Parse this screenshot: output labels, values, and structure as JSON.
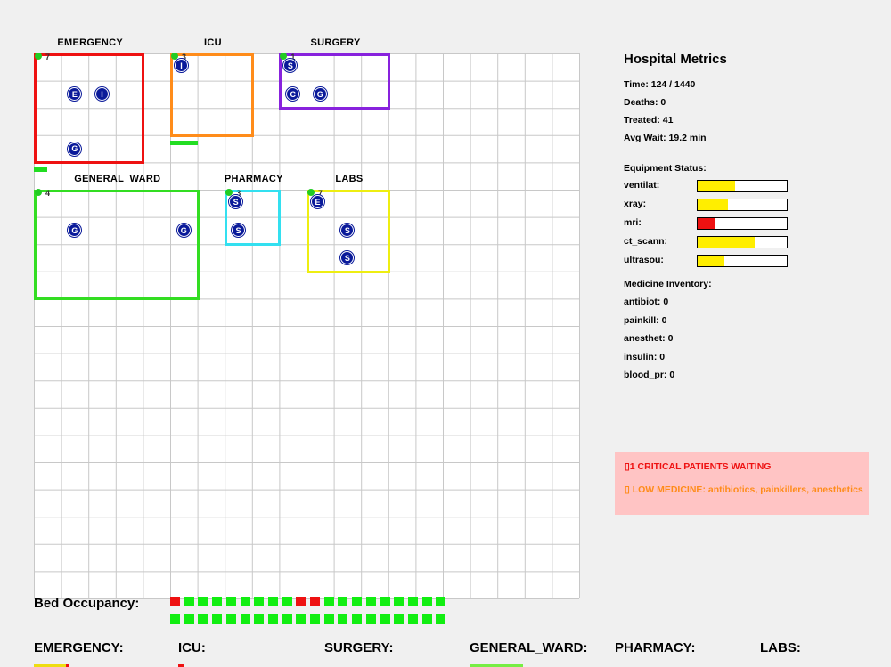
{
  "grid": {
    "cols": 20,
    "rows": 20,
    "line_color": "#c8c8c8"
  },
  "rooms": [
    {
      "name": "EMERGENCY",
      "color": "#ee1111",
      "col": 0,
      "row": 0,
      "w": 4,
      "h": 4,
      "count": "7",
      "bar_cells": 0.5,
      "patients": [
        {
          "letter": "E",
          "col": 1,
          "row": 1
        },
        {
          "letter": "I",
          "col": 2,
          "row": 1
        },
        {
          "letter": "G",
          "col": 1,
          "row": 3
        }
      ]
    },
    {
      "name": "ICU",
      "color": "#ff8c1a",
      "col": 5,
      "row": 0,
      "w": 3,
      "h": 3,
      "count": "3",
      "bar_cells": 1.0,
      "patients": [
        {
          "letter": "I",
          "col": 5,
          "row": 0
        }
      ]
    },
    {
      "name": "SURGERY",
      "color": "#8822dd",
      "col": 9,
      "row": 0,
      "w": 4,
      "h": 2,
      "count": "1",
      "bar_cells": 0,
      "patients": [
        {
          "letter": "S",
          "col": 9,
          "row": 0
        },
        {
          "letter": "C",
          "col": 9,
          "row": 1
        },
        {
          "letter": "G",
          "col": 10,
          "row": 1
        }
      ]
    },
    {
      "name": "GENERAL_WARD",
      "color": "#33dd22",
      "col": 0,
      "row": 5,
      "w": 6,
      "h": 4,
      "count": "4",
      "bar_cells": 0,
      "patients": [
        {
          "letter": "G",
          "col": 1,
          "row": 6
        },
        {
          "letter": "G",
          "col": 5,
          "row": 6
        }
      ]
    },
    {
      "name": "PHARMACY",
      "color": "#33e0f0",
      "col": 7,
      "row": 5,
      "w": 2,
      "h": 2,
      "count": "3",
      "bar_cells": 0,
      "patients": [
        {
          "letter": "S",
          "col": 7,
          "row": 5
        },
        {
          "letter": "S",
          "col": 7,
          "row": 6
        }
      ]
    },
    {
      "name": "LABS",
      "color": "#eeee11",
      "col": 10,
      "row": 5,
      "w": 3,
      "h": 3,
      "count": "7",
      "bar_cells": 0,
      "patients": [
        {
          "letter": "E",
          "col": 10,
          "row": 5
        },
        {
          "letter": "S",
          "col": 11,
          "row": 6
        },
        {
          "letter": "S",
          "col": 11,
          "row": 7
        }
      ]
    }
  ],
  "panel": {
    "title": "Hospital Metrics",
    "time": "Time: 124 / 1440",
    "deaths": "Deaths: 0",
    "treated": "Treated: 41",
    "avg_wait": "Avg Wait: 19.2 min",
    "equipment_title": "Equipment Status:",
    "equipment": [
      {
        "name": "ventilat:",
        "level": 0.42,
        "color": "#ffee00"
      },
      {
        "name": "xray:",
        "level": 0.34,
        "color": "#ffee00"
      },
      {
        "name": "mri:",
        "level": 0.19,
        "color": "#ee1111"
      },
      {
        "name": "ct_scann:",
        "level": 0.64,
        "color": "#ffee00"
      },
      {
        "name": "ultrasou:",
        "level": 0.3,
        "color": "#ffee00"
      }
    ],
    "medicine_title": "Medicine Inventory:",
    "medicine": [
      "antibiot: 0",
      "painkill: 0",
      "anesthet: 0",
      "insulin: 0",
      "blood_pr: 0"
    ]
  },
  "alerts": {
    "critical": "▯1 CRITICAL PATIENTS WAITING",
    "critical_color": "#ee1111",
    "medicine": "▯ LOW MEDICINE: antibiotics, painkillers, anesthetics",
    "medicine_color": "#ff8c1a"
  },
  "beds": {
    "label": "Bed Occupancy:",
    "row1": [
      "r",
      "g",
      "g",
      "g",
      "g",
      "g",
      "g",
      "g",
      "g",
      "r",
      "r",
      "g",
      "g",
      "g",
      "g",
      "g",
      "g",
      "g",
      "g",
      "g"
    ],
    "row2": [
      "g",
      "g",
      "g",
      "g",
      "g",
      "g",
      "g",
      "g",
      "g",
      "g",
      "g",
      "g",
      "g",
      "g",
      "g",
      "g",
      "g",
      "g",
      "g",
      "g"
    ],
    "occupied_color": "#ee1111",
    "free_color": "#11ee11"
  },
  "departments": [
    {
      "label": "EMERGENCY:",
      "bar_color": "#eedd11",
      "bar_fill": 0.3,
      "bar_mark": "#ee1111"
    },
    {
      "label": "ICU:",
      "bar_color": "#ee1111",
      "bar_fill": 0.05
    },
    {
      "label": "SURGERY:",
      "bar_color": null,
      "bar_fill": 0
    },
    {
      "label": "GENERAL_WARD:",
      "bar_color": "#77ee44",
      "bar_fill": 0.5
    },
    {
      "label": "PHARMACY:",
      "bar_color": null,
      "bar_fill": 0
    },
    {
      "label": "LABS:",
      "bar_color": null,
      "bar_fill": 0
    }
  ]
}
